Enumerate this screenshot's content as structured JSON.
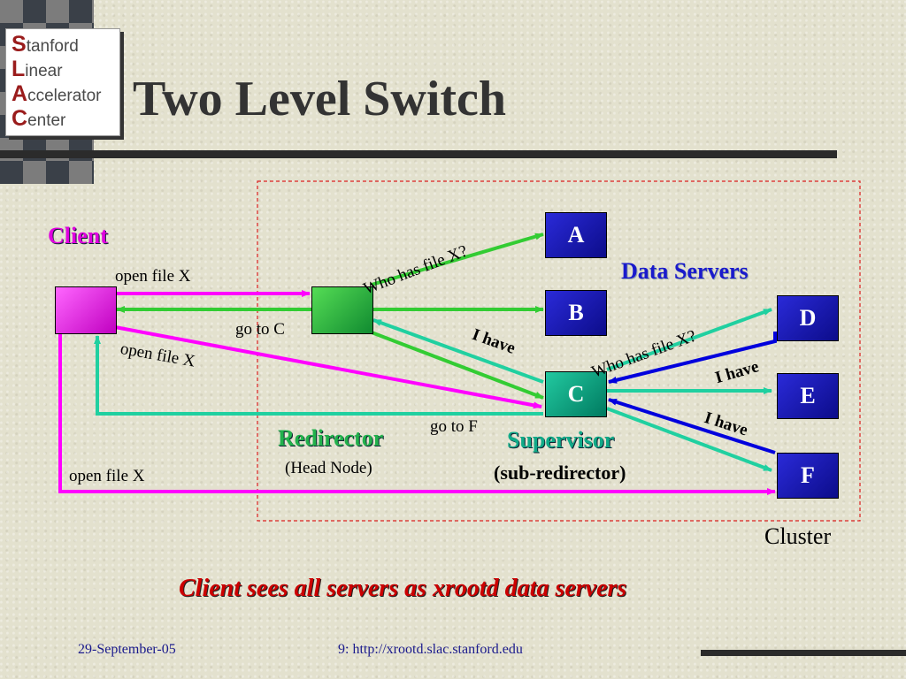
{
  "slide": {
    "title": "Two Level Switch",
    "logo": {
      "lines": [
        {
          "initial": "S",
          "rest": "tanford"
        },
        {
          "initial": "L",
          "rest": "inear"
        },
        {
          "initial": "A",
          "rest": "ccelerator"
        },
        {
          "initial": "C",
          "rest": "enter"
        }
      ]
    },
    "footer": {
      "date": "29-September-05",
      "url": "9: http://xrootd.slac.stanford.edu"
    },
    "caption": "Client sees all servers as xrootd data servers"
  },
  "diagram": {
    "client_label": "Client",
    "redirector_label": "Redirector",
    "redirector_sub": "(Head Node)",
    "supervisor_label": "Supervisor",
    "supervisor_sub": "(sub-redirector)",
    "data_servers_label": "Data Servers",
    "cluster_label": "Cluster",
    "servers": [
      "A",
      "B",
      "C",
      "D",
      "E",
      "F"
    ],
    "edge_labels": {
      "open_file_1": "open file X",
      "go_to_c": "go to C",
      "open_file_2": "open file X",
      "open_file_3": "open file X",
      "who_has_1": "Who has file X?",
      "i_have_1": "I have",
      "go_to_f": "go to F",
      "who_has_2": "Who has file X?",
      "i_have_2": "I have",
      "i_have_3": "I have"
    },
    "colors": {
      "client": "#e010e0",
      "redirector": "#22b14c",
      "supervisor": "#00b08a",
      "server": "#1616b8",
      "arrow_magenta": "#ff00ff",
      "arrow_green": "#33cc33",
      "arrow_teal": "#20d0a0",
      "arrow_blue": "#0000dd",
      "cluster_border": "#dd2222",
      "caption": "#cc0000",
      "data_servers": "#1a1acc"
    }
  }
}
